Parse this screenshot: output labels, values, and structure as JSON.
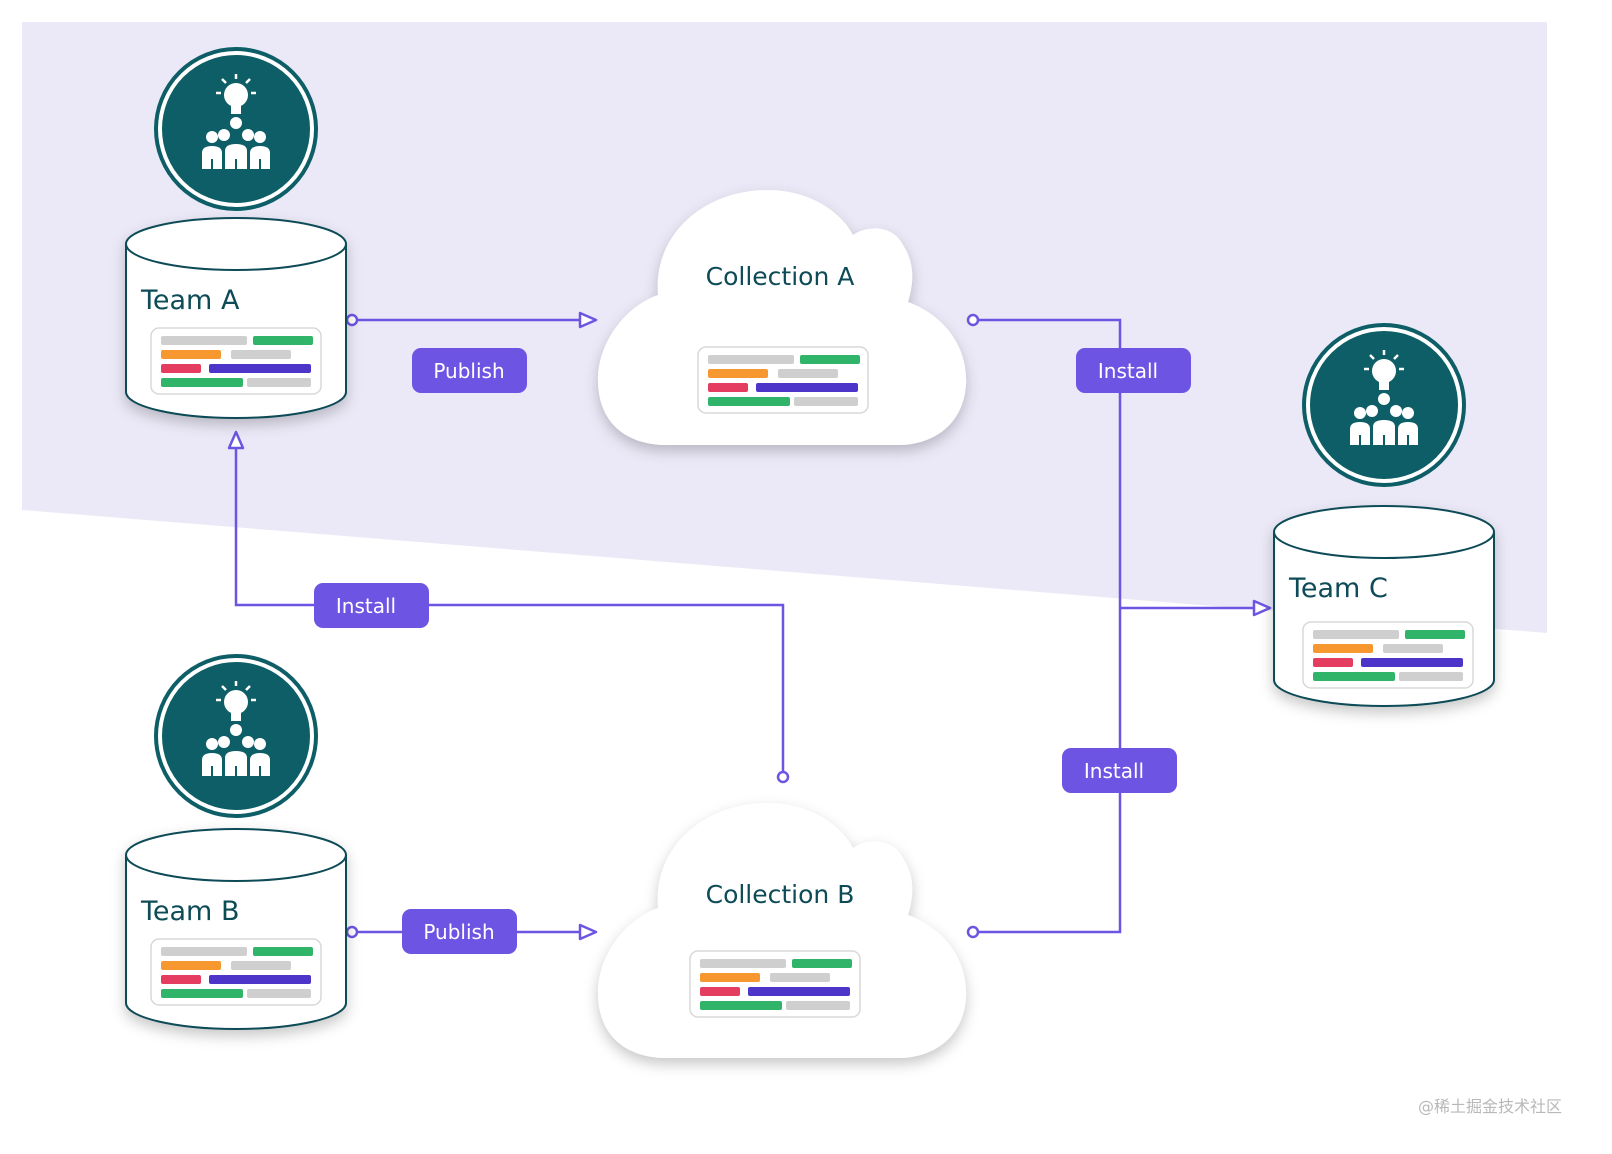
{
  "colors": {
    "band": "#ebe9f7",
    "teal": "#0d5e66",
    "ink": "#0d4b57",
    "accent": "#6d54e2",
    "bar_gray": "#cfcfcf",
    "bar_green": "#2fb46a",
    "bar_orange": "#f7972f",
    "bar_red": "#e43d5f",
    "bar_indigo": "#4e35c9"
  },
  "teams": [
    {
      "id": "team-a",
      "label": "Team A",
      "icon": "team-idea-icon"
    },
    {
      "id": "team-b",
      "label": "Team B",
      "icon": "team-idea-icon"
    },
    {
      "id": "team-c",
      "label": "Team C",
      "icon": "team-idea-icon"
    }
  ],
  "collections": [
    {
      "id": "collection-a",
      "label": "Collection A"
    },
    {
      "id": "collection-b",
      "label": "Collection B"
    }
  ],
  "edges": [
    {
      "id": "team-a-publish",
      "label": "Publish"
    },
    {
      "id": "team-b-publish",
      "label": "Publish"
    },
    {
      "id": "collection-b-to-team-a",
      "label": "Install"
    },
    {
      "id": "collection-a-to-team-c",
      "label": "Install"
    },
    {
      "id": "collection-b-to-team-c",
      "label": "Install"
    }
  ],
  "watermark": "@稀土掘金技术社区"
}
